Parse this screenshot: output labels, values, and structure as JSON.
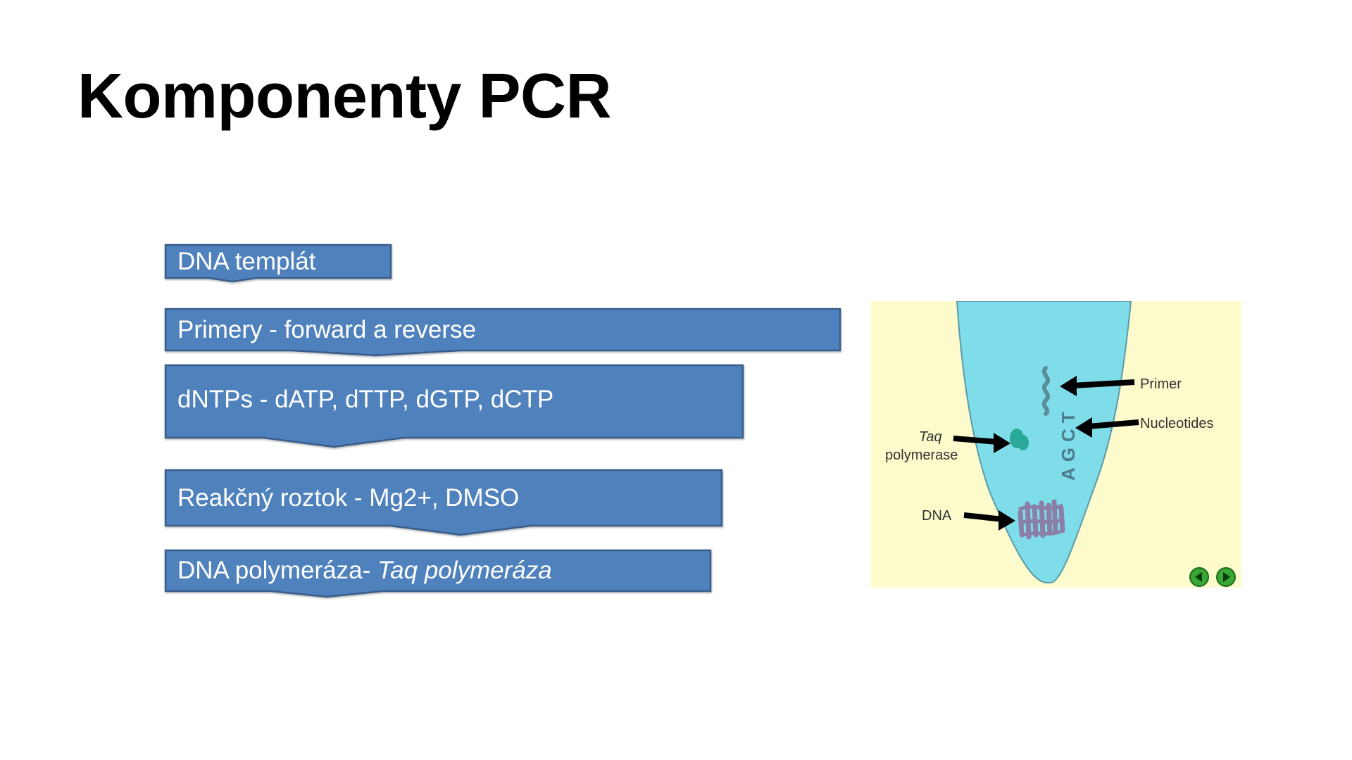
{
  "slide": {
    "title": "Komponenty PCR"
  },
  "components": [
    {
      "text": "DNA templát"
    },
    {
      "text": "Primery - forward a reverse"
    },
    {
      "text": "dNTPs - dATP, dTTP, dGTP, dCTP"
    },
    {
      "text": "Reakčný roztok - Mg2+, DMSO"
    },
    {
      "text": "DNA polymeráza-",
      "italic": "Taq polymeráza"
    }
  ],
  "diagram": {
    "labels": {
      "primer": "Primer",
      "nucleotides": "Nucleotides",
      "taq": "Taq",
      "polymerase": "polymerase",
      "dna": "DNA",
      "bases": "AGCT"
    },
    "colors": {
      "background": "#fdfbcc",
      "tube": "#7fdde9",
      "tube_outline": "#5a9aa8",
      "primer": "#5a8d9c",
      "taq": "#2aa89a",
      "dna": "#8a7fa8",
      "arrow": "#000000",
      "nav_button": "#3aa635"
    }
  },
  "colors": {
    "box_fill": "#4f81bd",
    "box_border": "#385d8a",
    "title": "#000000"
  }
}
